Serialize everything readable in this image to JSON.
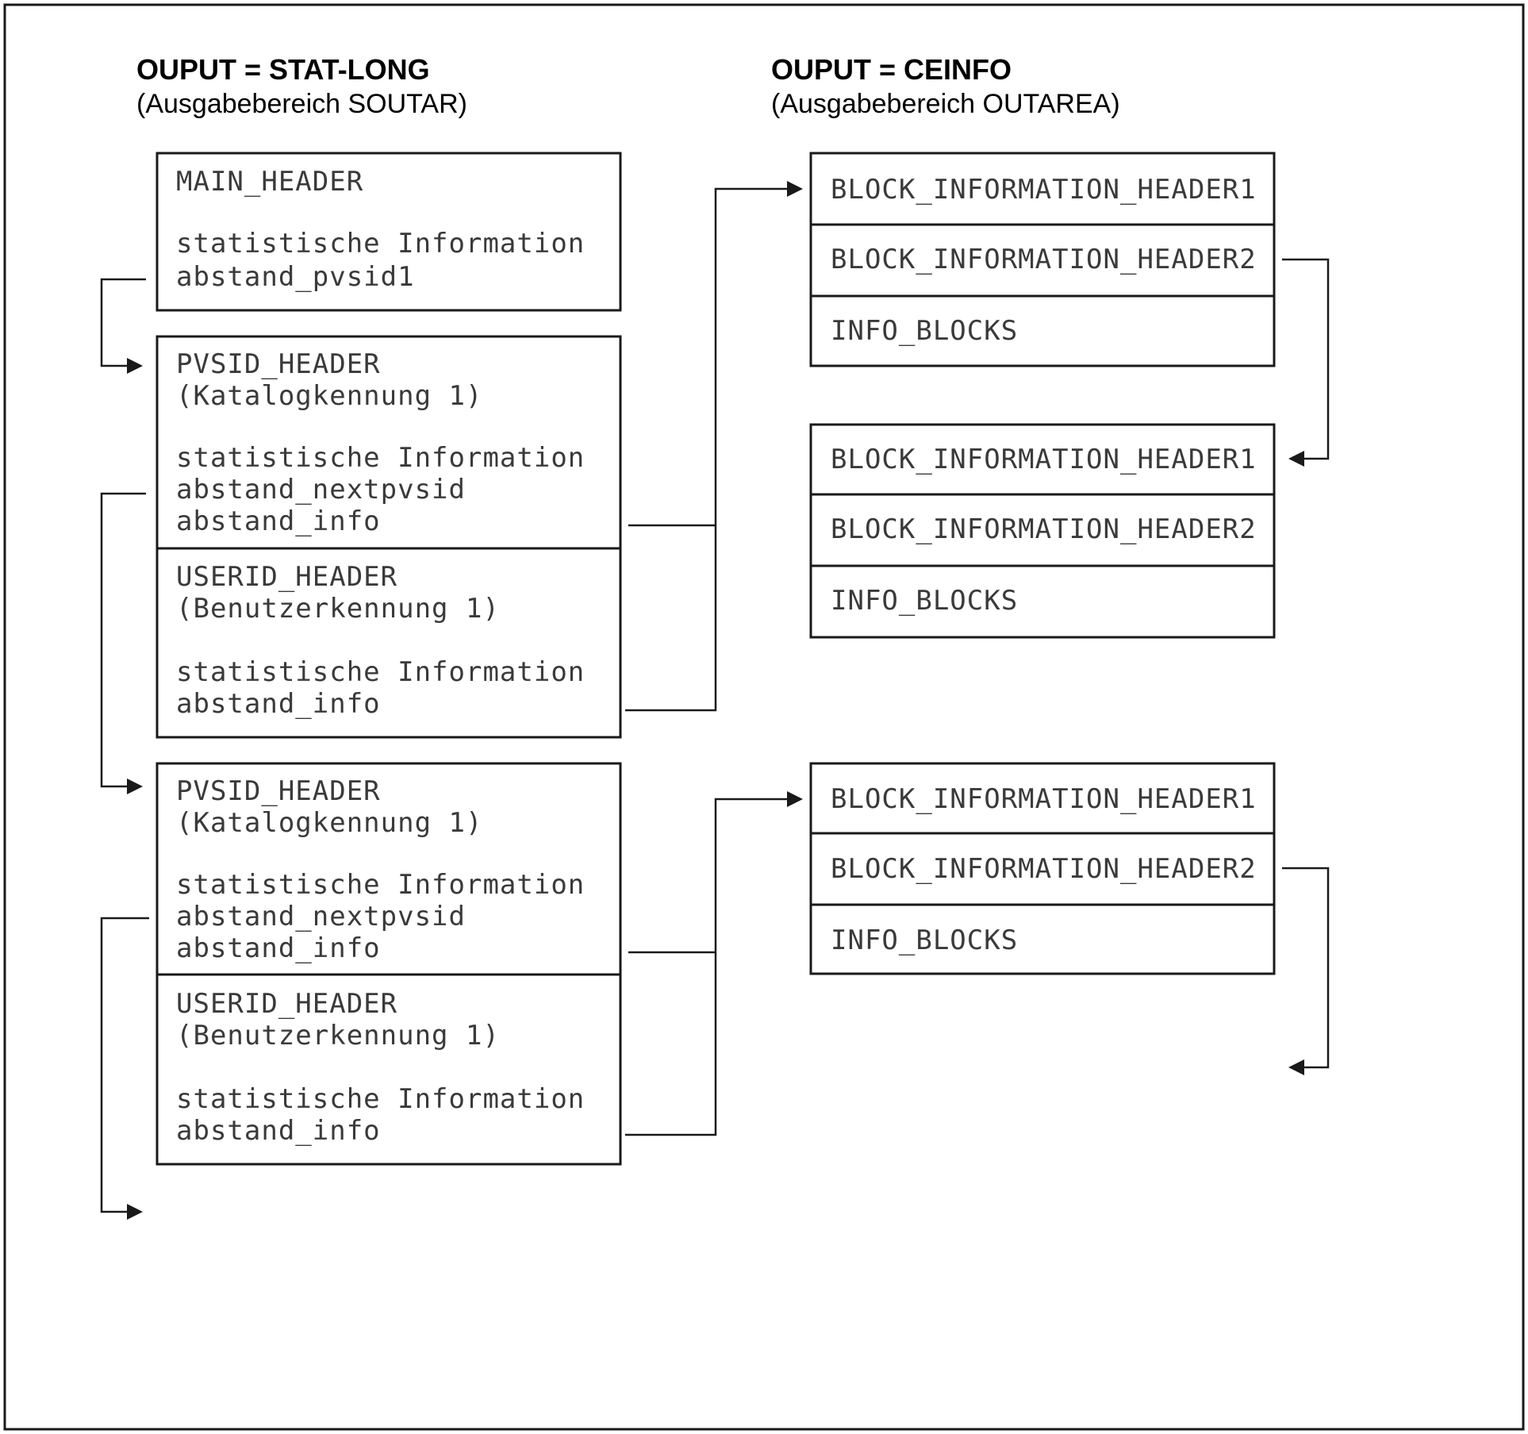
{
  "left_column": {
    "title": "OUPUT = STAT-LONG",
    "subtitle": "(Ausgabebereich SOUTAR)",
    "main_header": {
      "label": "MAIN_HEADER",
      "info": "statistische Information",
      "offset": "abstand_pvsid1"
    },
    "pvsid_header_1": {
      "label": "PVSID_HEADER",
      "id": "(Katalogkennung 1)",
      "info": "statistische Information",
      "next": "abstand_nextpvsid",
      "offset": "abstand_info"
    },
    "userid_header_1": {
      "label": "USERID_HEADER",
      "id": "(Benutzerkennung 1)",
      "info": "statistische Information",
      "offset": "abstand_info"
    },
    "pvsid_header_2": {
      "label": "PVSID_HEADER",
      "id": "(Katalogkennung 1)",
      "info": "statistische Information",
      "next": "abstand_nextpvsid",
      "offset": "abstand_info"
    },
    "userid_header_2": {
      "label": "USERID_HEADER",
      "id": "(Benutzerkennung 1)",
      "info": "statistische Information",
      "offset": "abstand_info"
    }
  },
  "right_column": {
    "title": "OUPUT = CEINFO",
    "subtitle": "(Ausgabebereich OUTAREA)",
    "groups": [
      {
        "header1": "BLOCK_INFORMATION_HEADER1",
        "header2": "BLOCK_INFORMATION_HEADER2",
        "blocks": "INFO_BLOCKS"
      },
      {
        "header1": "BLOCK_INFORMATION_HEADER1",
        "header2": "BLOCK_INFORMATION_HEADER2",
        "blocks": "INFO_BLOCKS"
      },
      {
        "header1": "BLOCK_INFORMATION_HEADER1",
        "header2": "BLOCK_INFORMATION_HEADER2",
        "blocks": "INFO_BLOCKS"
      }
    ]
  }
}
